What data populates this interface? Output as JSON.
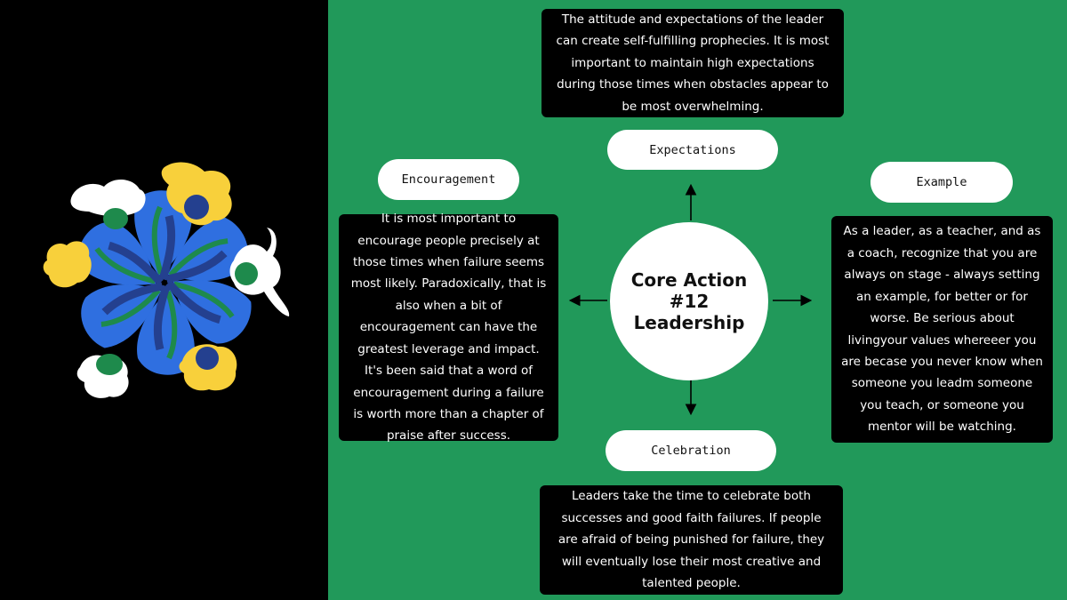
{
  "center": {
    "title": "Core Action #12 Leadership"
  },
  "nodes": {
    "expectations": {
      "label": "Expectations",
      "text": "The attitude and expectations of the leader can create self-fulfilling prophecies. It is most important to maintain high expectations during those times when obstacles appear to be most overwhelming."
    },
    "encouragement": {
      "label": "Encouragement",
      "text": "It is most important to encourage people precisely at those times when failure seems most likely. Paradoxically, that is also when a bit of encouragement can have the greatest leverage and impact. It's been said that a word of encouragement during a failure is worth more than a chapter of praise after success."
    },
    "example": {
      "label": "Example",
      "text": "As a leader, as a teacher, and as a coach, recognize that you are always on stage - always setting an example, for better or for worse. Be serious about livingyour values whereeer you are becase you never know when someone you leadm someone you teach, or someone you mentor will be watching."
    },
    "celebration": {
      "label": "Celebration",
      "text": "Leaders take the time to celebrate both successes and good faith failures. If people are afraid of being punished for failure, they will eventually lose their most creative and talented people."
    }
  },
  "colors": {
    "background_left": "#000000",
    "background_right": "#21995a",
    "box": "#000000",
    "pill": "#ffffff",
    "illustration_blue": "#2f6fe0",
    "illustration_navy": "#24408f",
    "illustration_green": "#1e8a4c",
    "illustration_yellow": "#f8d03b"
  }
}
